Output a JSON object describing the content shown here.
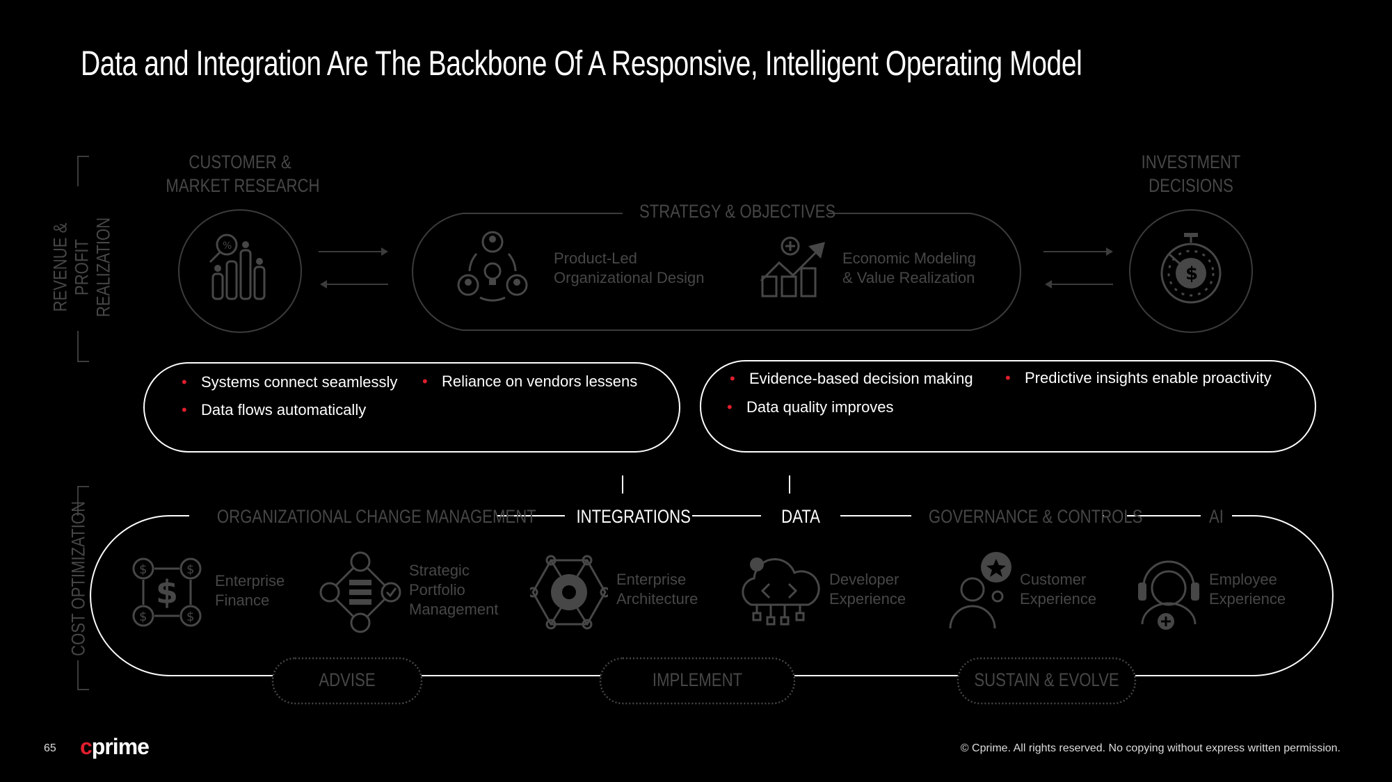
{
  "title": "Data and Integration Are The Backbone Of A Responsive, Intelligent Operating Model",
  "side_labels": {
    "top": [
      "REVENUE & PROFIT",
      "REALIZATION"
    ],
    "bottom": "COST OPTIMIZATION"
  },
  "top_row": {
    "left_header": [
      "CUSTOMER &",
      "MARKET RESEARCH"
    ],
    "right_header": [
      "INVESTMENT",
      "DECISIONS"
    ],
    "center_header": "STRATEGY & OBJECTIVES",
    "center_items": [
      {
        "icon": "team-idea-icon",
        "lines": [
          "Product-Led",
          "Organizational Design"
        ]
      },
      {
        "icon": "growth-chart-icon",
        "lines": [
          "Economic Modeling",
          "& Value Realization"
        ]
      }
    ]
  },
  "benefits": {
    "left": [
      "Systems connect seamlessly",
      "Reliance on vendors lessens",
      "Data flows automatically"
    ],
    "right": [
      "Evidence-based decision making",
      "Predictive insights enable proactivity",
      "Data quality improves"
    ]
  },
  "bottom_row": {
    "headers": [
      "ORGANIZATIONAL CHANGE MANAGEMENT",
      "INTEGRATIONS",
      "DATA",
      "GOVERNANCE & CONTROLS",
      "AI"
    ],
    "items": [
      {
        "icon": "dollar-cycle-icon",
        "lines": [
          "Enterprise",
          "Finance"
        ]
      },
      {
        "icon": "portfolio-icon",
        "lines": [
          "Strategic",
          "Portfolio",
          "Management"
        ]
      },
      {
        "icon": "gear-network-icon",
        "lines": [
          "Enterprise",
          "Architecture"
        ]
      },
      {
        "icon": "code-cloud-icon",
        "lines": [
          "Developer",
          "Experience"
        ]
      },
      {
        "icon": "customer-star-icon",
        "lines": [
          "Customer",
          "Experience"
        ]
      },
      {
        "icon": "headset-icon",
        "lines": [
          "Employee",
          "Experience"
        ]
      }
    ],
    "phases": [
      "ADVISE",
      "IMPLEMENT",
      "SUSTAIN & EVOLVE"
    ]
  },
  "footer": {
    "page_number": "65",
    "logo": "cprime",
    "copyright": "© Cprime. All rights reserved. No copying without express written permission."
  },
  "colors": {
    "accent": "#e01e2e",
    "dim": "#474747",
    "background": "#000000"
  }
}
